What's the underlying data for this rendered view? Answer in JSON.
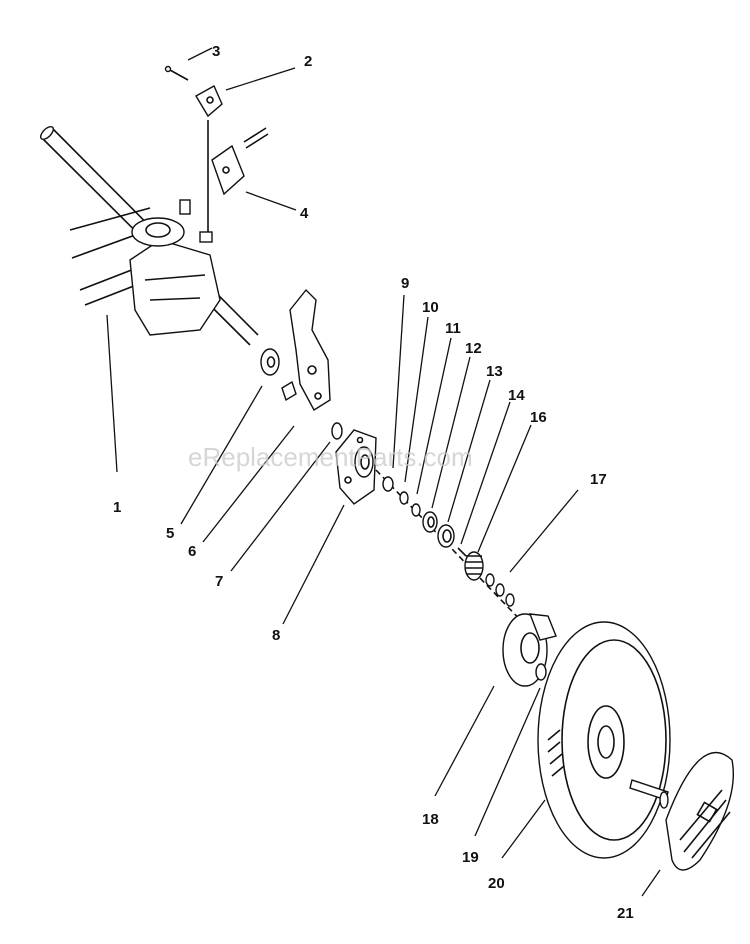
{
  "watermark": "eReplacementParts.com",
  "callouts": [
    "1",
    "2",
    "3",
    "4",
    "5",
    "6",
    "7",
    "8",
    "9",
    "10",
    "11",
    "12",
    "13",
    "14",
    "16",
    "17",
    "18",
    "19",
    "20",
    "21"
  ],
  "colors": {
    "ink": "#111111",
    "watermark": "#c9c9c9",
    "background": "#ffffff"
  }
}
